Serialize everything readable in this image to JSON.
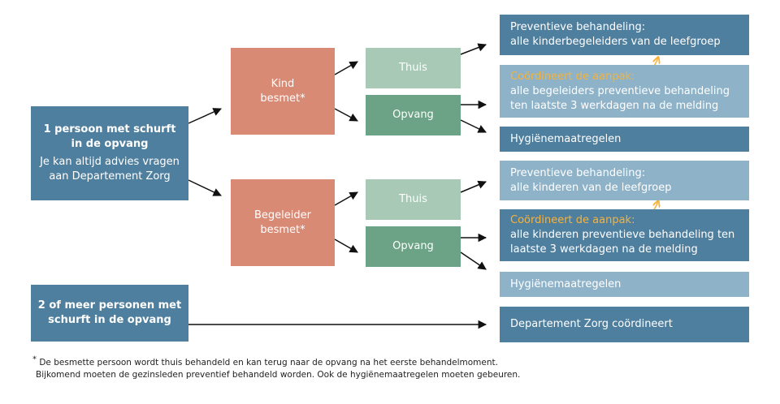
{
  "source_a": {
    "line1": "1 persoon met schurft",
    "line2": "in de opvang",
    "line3": "Je kan altijd advies vragen",
    "line4": "aan Departement Zorg"
  },
  "source_b": {
    "line1": "2 of meer personen met",
    "line2": "schurft in de opvang"
  },
  "kind": {
    "line1": "Kind",
    "line2": "besmet*"
  },
  "begeleider": {
    "line1": "Begeleider",
    "line2": "besmet*"
  },
  "thuis_label": "Thuis",
  "opvang_label": "Opvang",
  "r1": {
    "line1": "Preventieve behandeling:",
    "line2": "alle kinderbegeleiders van de leefgroep"
  },
  "r2": {
    "coord": "Coördineert de aanpak:",
    "line1": "alle begeleiders preventieve behandeling",
    "line2": "ten laatste 3 werkdagen na de melding"
  },
  "r3": "Hygiënemaatregelen",
  "r4": {
    "line1": "Preventieve behandeling:",
    "line2": "alle kinderen van de leefgroep"
  },
  "r5": {
    "coord": "Coördineert de aanpak:",
    "line1": "alle kinderen preventieve behandeling ten",
    "line2": "laatste 3 werkdagen na de melding"
  },
  "r6": "Hygiënemaatregelen",
  "r7": "Departement Zorg coördineert",
  "footnote": {
    "star": "*",
    "line1": "De besmette persoon wordt thuis behandeld en kan terug naar de opvang na het eerste behandelmoment.",
    "line2": "Bijkomend moeten de gezinsleden preventief behandeld worden. Ook de  hygiënemaatregelen moeten gebeuren."
  },
  "colors": {
    "dark_blue": "#4f7f9e",
    "mid_blue": "#6c98b3",
    "light_blue": "#8eb2c8",
    "salmon": "#d98a75",
    "light_green": "#a9c9b7",
    "dark_green": "#6ca285",
    "coord_orange": "#f6b23a"
  }
}
